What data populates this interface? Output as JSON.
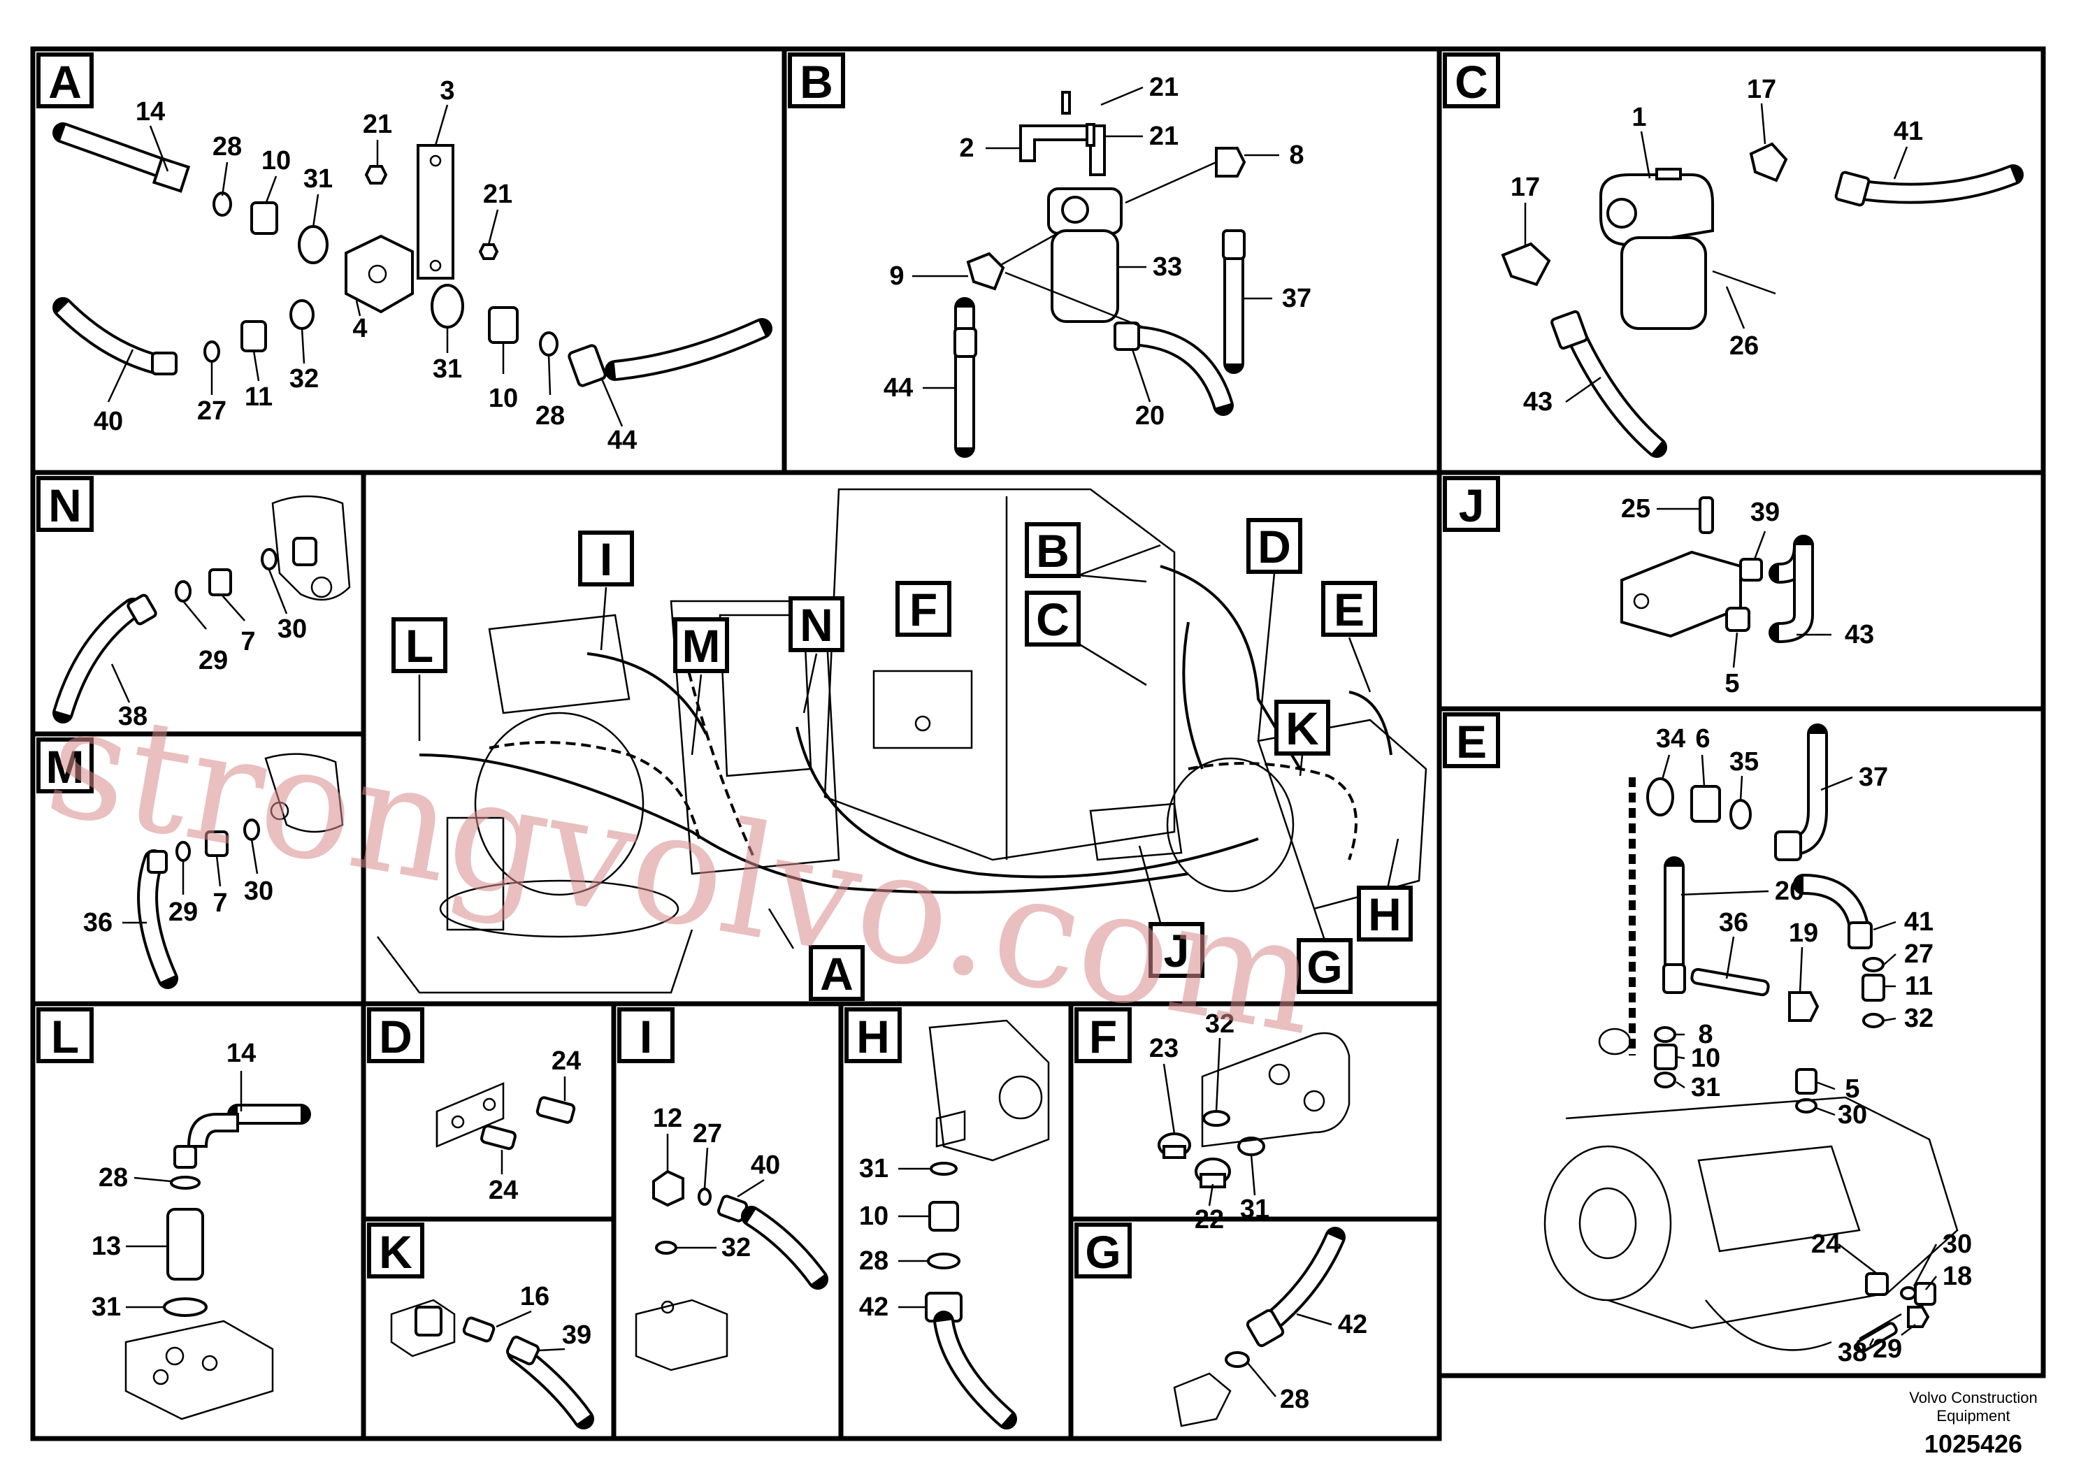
{
  "panels": {
    "A": {
      "tag": "A",
      "labels": [
        "14",
        "28",
        "10",
        "31",
        "21",
        "3",
        "21",
        "4",
        "31",
        "10",
        "28",
        "44",
        "40",
        "27",
        "11",
        "32"
      ]
    },
    "B": {
      "tag": "B",
      "labels": [
        "21",
        "21",
        "2",
        "8",
        "9",
        "33",
        "37",
        "44",
        "20"
      ]
    },
    "C": {
      "tag": "C",
      "labels": [
        "1",
        "17",
        "41",
        "17",
        "26",
        "43"
      ]
    },
    "N": {
      "tag": "N",
      "labels": [
        "30",
        "7",
        "29",
        "38"
      ]
    },
    "M": {
      "tag": "M",
      "labels": [
        "30",
        "7",
        "29",
        "36"
      ]
    },
    "J": {
      "tag": "J",
      "labels": [
        "25",
        "39",
        "43",
        "5"
      ]
    },
    "E": {
      "tag": "E",
      "labels": [
        "34",
        "6",
        "35",
        "37",
        "20",
        "41",
        "36",
        "19",
        "27",
        "11",
        "32",
        "8",
        "10",
        "31",
        "5",
        "30",
        "24",
        "30",
        "18",
        "38",
        "29"
      ]
    },
    "L": {
      "tag": "L",
      "labels": [
        "14",
        "28",
        "13",
        "31"
      ]
    },
    "D": {
      "tag": "D",
      "labels": [
        "24",
        "24"
      ]
    },
    "I": {
      "tag": "I",
      "labels": [
        "12",
        "27",
        "40",
        "32"
      ]
    },
    "H": {
      "tag": "H",
      "labels": [
        "31",
        "10",
        "28",
        "42"
      ]
    },
    "F": {
      "tag": "F",
      "labels": [
        "32",
        "23",
        "22",
        "31"
      ]
    },
    "K": {
      "tag": "K",
      "labels": [
        "16",
        "39"
      ]
    },
    "G": {
      "tag": "G",
      "labels": [
        "42",
        "28"
      ]
    }
  },
  "overview_callouts": [
    "I",
    "L",
    "M",
    "N",
    "F",
    "B",
    "C",
    "D",
    "E",
    "K",
    "A",
    "J",
    "G",
    "H"
  ],
  "footer": {
    "company_line1": "Volvo Construction",
    "company_line2": "Equipment",
    "doc_number": "1025426"
  },
  "watermark": "strongvolvo.com"
}
